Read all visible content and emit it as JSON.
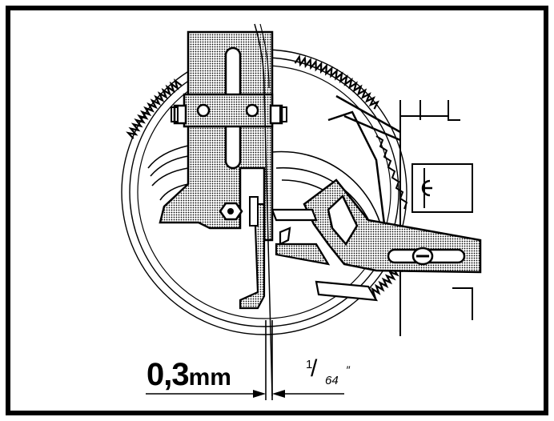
{
  "labels": {
    "metric_value": "0,3",
    "metric_unit": "mm",
    "imperial_numerator": "1",
    "imperial_denominator": "64",
    "imperial_mark": "″"
  },
  "icons": [
    "knurled-screw-icon",
    "hex-nut-icon",
    "slot-screw-icon",
    "e-clip-icon"
  ]
}
